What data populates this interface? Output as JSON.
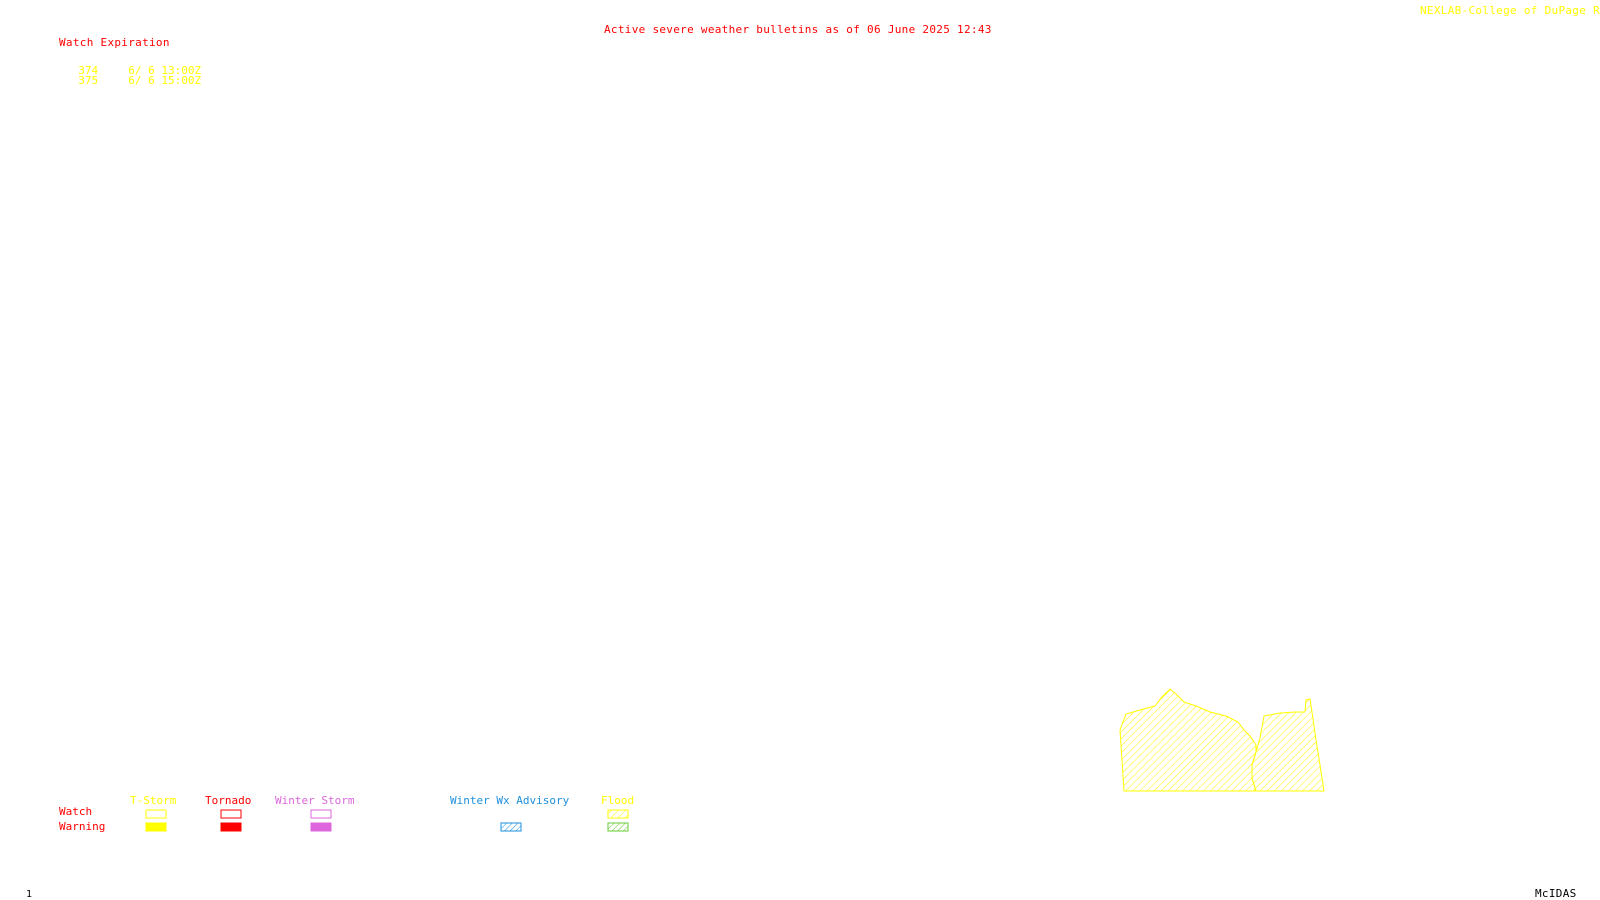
{
  "header": {
    "title": "Active severe weather bulletins as of 06 June 2025 12:43",
    "credit": "NEXLAB-College of DuPage R"
  },
  "watch_expiration": {
    "heading": "Watch Expiration",
    "rows": [
      {
        "number": "374",
        "expires": "6/ 6 13:00Z"
      },
      {
        "number": "375",
        "expires": "6/ 6 15:00Z"
      }
    ]
  },
  "legend": {
    "row_labels": {
      "watch": "Watch",
      "warning": "Warning"
    },
    "columns": [
      {
        "label": "T-Storm",
        "color": "#ffff00"
      },
      {
        "label": "Tornado",
        "color": "#ff0000"
      },
      {
        "label": "Winter Storm",
        "color": "#dd66dd"
      },
      {
        "label": "Winter Wx Advisory",
        "color": "#1e90dd"
      },
      {
        "label": "Flood",
        "color": "#ffff00"
      }
    ]
  },
  "map": {
    "highlight_color": "#ffff00",
    "regions_shown": "watch-area-hatched"
  },
  "footer": {
    "frame_number": "1",
    "software": "McIDAS"
  }
}
